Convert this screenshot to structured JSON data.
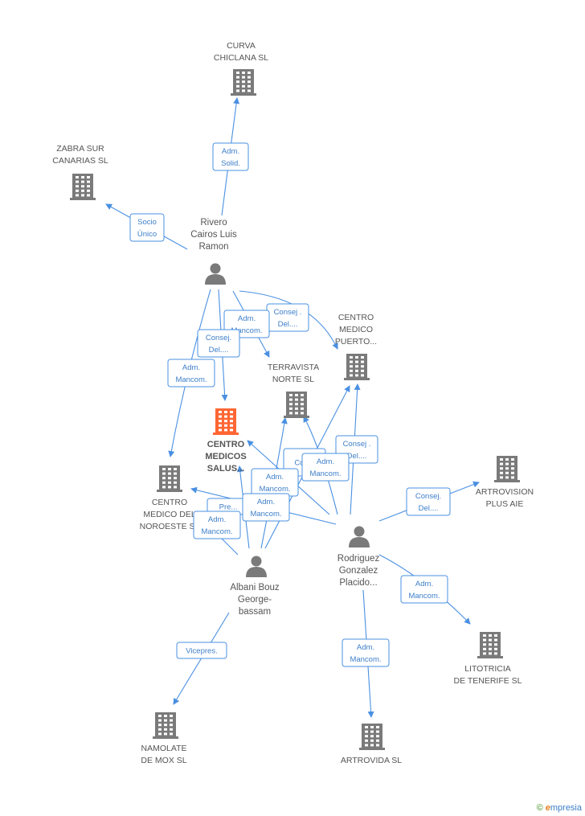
{
  "colors": {
    "edge": "#4a90e2",
    "company": "#7a7a7a",
    "focus_company": "#ff6633",
    "person": "#7a7a7a"
  },
  "companies": [
    {
      "id": "curva",
      "lines": [
        "CURVA",
        "CHICLANA  SL"
      ]
    },
    {
      "id": "zabra",
      "lines": [
        "ZABRA SUR",
        "CANARIAS SL"
      ]
    },
    {
      "id": "cmp",
      "lines": [
        "CENTRO",
        "MEDICO",
        "PUERTO..."
      ]
    },
    {
      "id": "terravista",
      "lines": [
        "TERRAVISTA",
        "NORTE SL"
      ]
    },
    {
      "id": "salus",
      "lines": [
        "CENTRO",
        "MEDICOS",
        "SALUS..."
      ],
      "focus": true
    },
    {
      "id": "cmn",
      "lines": [
        "CENTRO",
        "MEDICO DEL",
        "NOROESTE SL"
      ]
    },
    {
      "id": "artrovision",
      "lines": [
        "ARTROVISION",
        "PLUS AIE"
      ]
    },
    {
      "id": "litotricia",
      "lines": [
        "LITOTRICIA",
        "DE TENERIFE SL"
      ]
    },
    {
      "id": "artrovida",
      "lines": [
        "ARTROVIDA SL"
      ]
    },
    {
      "id": "namolate",
      "lines": [
        "NAMOLATE",
        "DE MOX  SL"
      ]
    }
  ],
  "persons": [
    {
      "id": "rivero",
      "lines": [
        "Rivero",
        "Cairos Luis",
        "Ramon"
      ]
    },
    {
      "id": "rodriguez",
      "lines": [
        "Rodriguez",
        "Gonzalez",
        "Placido..."
      ]
    },
    {
      "id": "albani",
      "lines": [
        "Albani Bouz",
        "George-",
        "bassam"
      ]
    }
  ],
  "badges": [
    {
      "id": "b1",
      "lines": [
        "Adm.",
        "Solid."
      ]
    },
    {
      "id": "b2",
      "lines": [
        "Socio",
        "Único"
      ]
    },
    {
      "id": "b3",
      "lines": [
        "Consej .",
        "Del...."
      ]
    },
    {
      "id": "b4",
      "lines": [
        "Adm.",
        "Mancom."
      ]
    },
    {
      "id": "b5",
      "lines": [
        "Consej.",
        "Del...."
      ]
    },
    {
      "id": "b6",
      "lines": [
        "Adm.",
        "Mancom."
      ]
    },
    {
      "id": "b7",
      "lines": [
        "Consej .",
        "Del...."
      ]
    },
    {
      "id": "b8",
      "lines": [
        "Con..."
      ]
    },
    {
      "id": "b9",
      "lines": [
        "Adm.",
        "Mancom."
      ]
    },
    {
      "id": "b10",
      "lines": [
        "Adm.",
        "Mancom."
      ]
    },
    {
      "id": "b11",
      "lines": [
        "Pre..."
      ]
    },
    {
      "id": "b12",
      "lines": [
        "Adm.",
        "Mancom."
      ]
    },
    {
      "id": "b13",
      "lines": [
        "Adm.",
        "Mancom."
      ]
    },
    {
      "id": "b14",
      "lines": [
        "Consej.",
        "Del...."
      ]
    },
    {
      "id": "b15",
      "lines": [
        "Adm.",
        "Mancom."
      ]
    },
    {
      "id": "b16",
      "lines": [
        "Adm.",
        "Mancom."
      ]
    },
    {
      "id": "b17",
      "lines": [
        "Vicepres."
      ]
    }
  ],
  "footer": {
    "copyright": "©",
    "brand_initial": "e",
    "brand_rest": "mpresia"
  }
}
